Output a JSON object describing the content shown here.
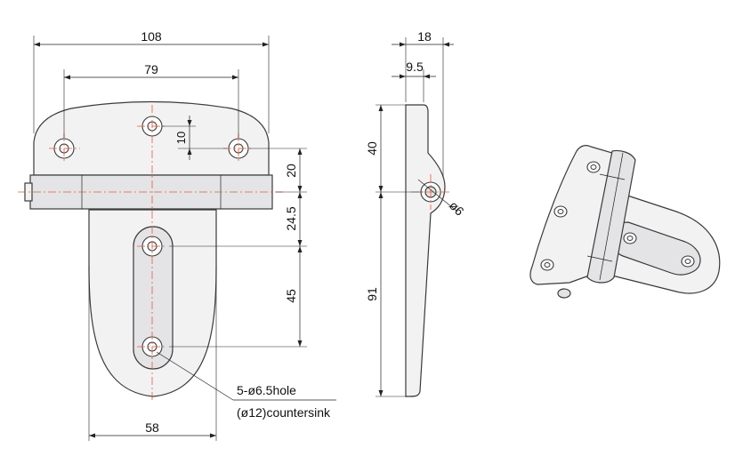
{
  "dimensions": {
    "width_108": "108",
    "spacing_79": "79",
    "offset_10": "10",
    "height_20": "20",
    "height_24_5": "24.5",
    "height_45": "45",
    "width_58": "58",
    "thickness_18": "18",
    "offset_9_5": "9.5",
    "height_40": "40",
    "height_91": "91",
    "pin_diameter": "ø6"
  },
  "notes": {
    "hole_spec": "5-ø6.5hole",
    "countersink_spec": "(ø12)countersink"
  },
  "colors": {
    "outline": "#3a3a3a",
    "center_line": "#e25a3c",
    "part_fill": "#f2f2f3"
  }
}
